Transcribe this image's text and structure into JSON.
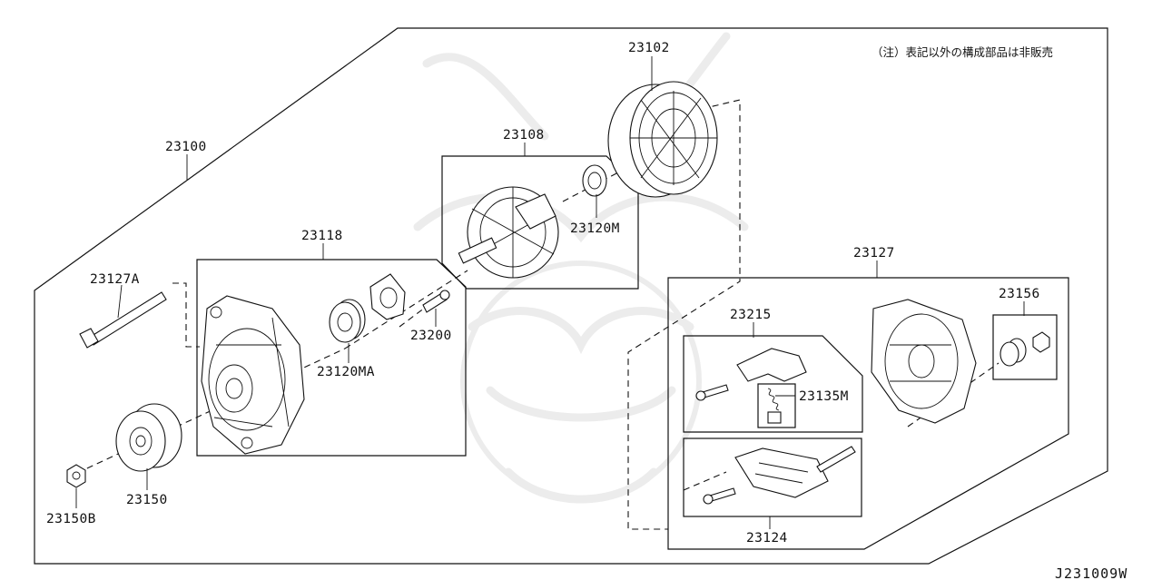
{
  "note": "（注）表記以外の構成部品は非販売",
  "figure_id": "J231009W",
  "parts": {
    "p23100": "23100",
    "p23102": "23102",
    "p23108": "23108",
    "p23120M": "23120M",
    "p23118": "23118",
    "p23127A": "23127A",
    "p23127": "23127",
    "p23156": "23156",
    "p23215": "23215",
    "p23135M": "23135M",
    "p23200": "23200",
    "p23120MA": "23120MA",
    "p23150": "23150",
    "p23150B": "23150B",
    "p23124": "23124"
  },
  "colors": {
    "line": "#111111",
    "watermark": "#ececec",
    "background": "#ffffff"
  }
}
